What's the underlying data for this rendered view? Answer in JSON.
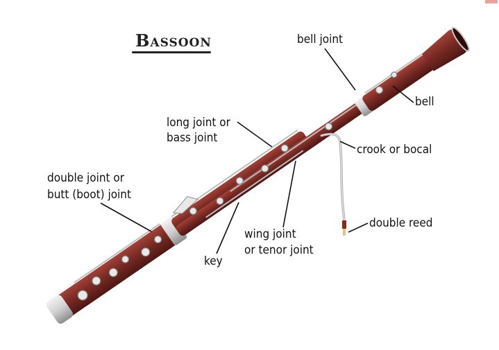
{
  "title": "Bassoon",
  "labels": {
    "bell_joint": "bell joint",
    "bell": "bell",
    "long_joint_1": "long joint or",
    "long_joint_2": "bass joint",
    "crook": "crook or bocal",
    "double_joint_1": "double joint or",
    "double_joint_2": "butt (boot) joint",
    "double_reed": "double reed",
    "wing_joint_1": "wing joint",
    "wing_joint_2": "or tenor joint",
    "key": "key"
  },
  "colors": {
    "wood": "#7a2a24",
    "wood_dark": "#4d1713",
    "silver": "#d9d9d9",
    "line": "#111111"
  }
}
